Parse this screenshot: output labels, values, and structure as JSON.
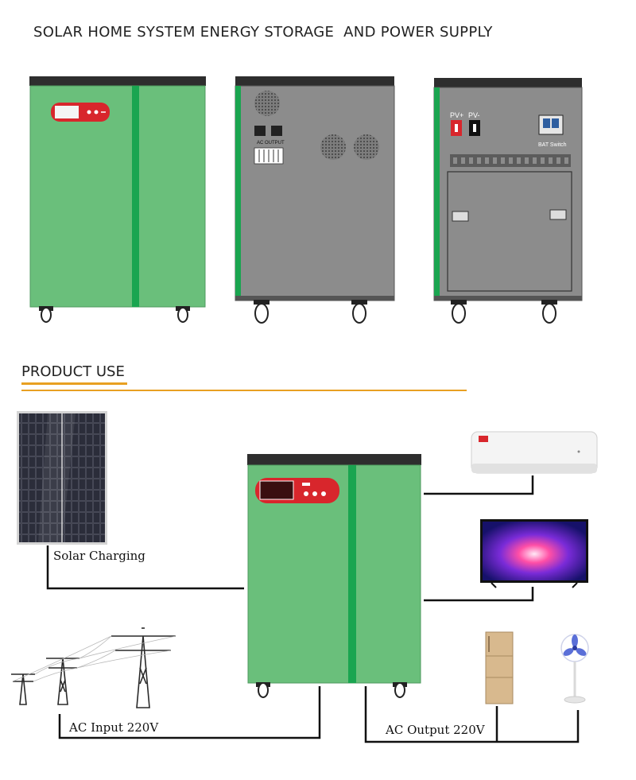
{
  "title": "SOLAR HOME SYSTEM ENERGY STORAGE  AND POWER SUPPLY",
  "section_title": "PRODUCT USE",
  "colors": {
    "cabinet_green": "#6abf7b",
    "stripe_green": "#1aa550",
    "gray_panel": "#8c8c8c",
    "top_bar": "#2e2e2e",
    "accent_orange": "#e8a022",
    "display_red": "#d8262c"
  },
  "back_panel": {
    "ac_output_label": "AC OUTPUT",
    "pv_plus": "PV+",
    "pv_minus": "PV-",
    "bat_switch": "BAT Switch"
  },
  "labels": {
    "solar": "Solar Charging",
    "ac_input": "AC Input 220V",
    "ac_output": "AC Output 220V"
  }
}
